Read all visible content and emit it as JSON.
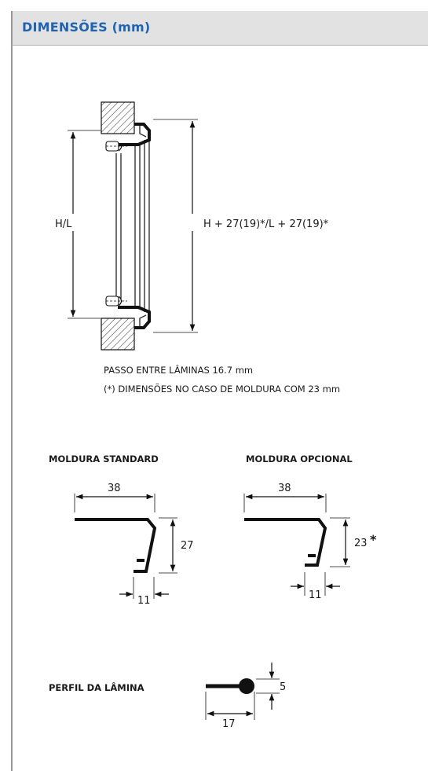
{
  "header": {
    "title": "DIMENSÕES (mm)"
  },
  "main_diagram": {
    "left_dimension_label": "H/L",
    "right_dimension_label": "H + 27(19)*/L + 27(19)*"
  },
  "notes": {
    "line1": "PASSO ENTRE LÂMINAS 16.7 mm",
    "line2": "(*) DIMENSÕES NO CASO DE MOLDURA COM 23 mm"
  },
  "moldura_standard": {
    "title": "MOLDURA STANDARD",
    "width": "38",
    "height": "27",
    "depth": "11"
  },
  "moldura_opcional": {
    "title": "MOLDURA OPCIONAL",
    "width": "38",
    "height": "23",
    "height_mark": "*",
    "depth": "11"
  },
  "perfil": {
    "title": "PERFIL DA LÂMINA",
    "thickness": "5",
    "length": "17"
  },
  "colors": {
    "header_bg": "#e2e2e2",
    "title_color": "#1f63b3",
    "line_color": "#111111"
  }
}
